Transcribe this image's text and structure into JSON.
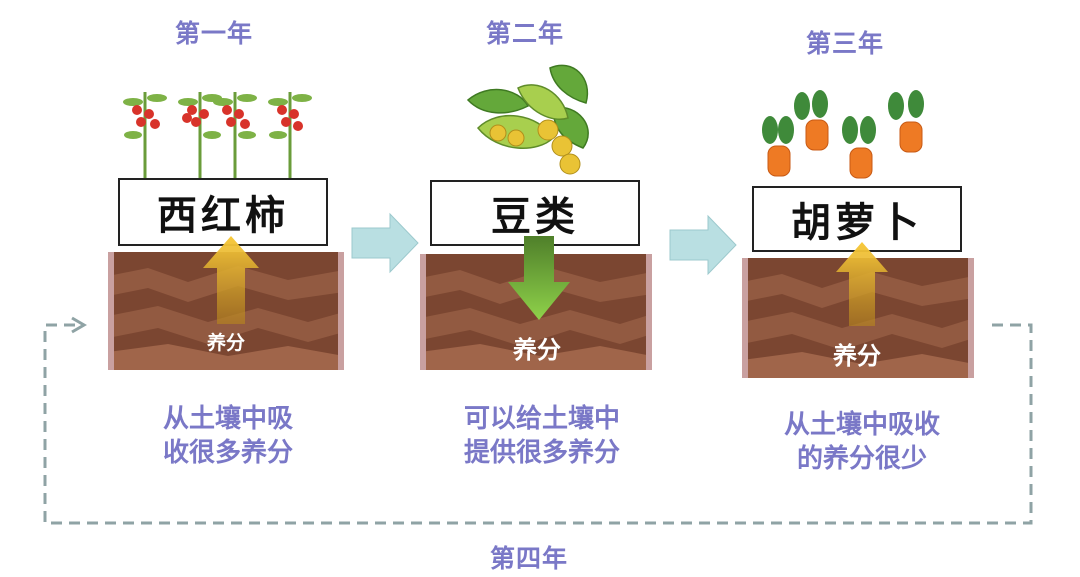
{
  "stages": [
    {
      "year": "第一年",
      "crop": "西红柿",
      "nutrient": "养分",
      "caption_line1": "从土壤中吸",
      "caption_line2": "收很多养分",
      "arrow": "up"
    },
    {
      "year": "第二年",
      "crop": "豆类",
      "nutrient": "养分",
      "caption_line1": "可以给土壤中",
      "caption_line2": "提供很多养分",
      "arrow": "down"
    },
    {
      "year": "第三年",
      "crop": "胡萝卜",
      "nutrient": "养分",
      "caption_line1": "从土壤中吸收",
      "caption_line2": "的养分很少",
      "arrow": "up"
    }
  ],
  "cycle": {
    "year": "第四年"
  },
  "colors": {
    "text_accent": "#7a78c7",
    "arrow_up": "#f2b92e",
    "arrow_down": "#7cc23a",
    "flow_arrow": "#b9dfe2",
    "dashed_loop": "#8fa3a5",
    "soil": "#7b4631"
  }
}
